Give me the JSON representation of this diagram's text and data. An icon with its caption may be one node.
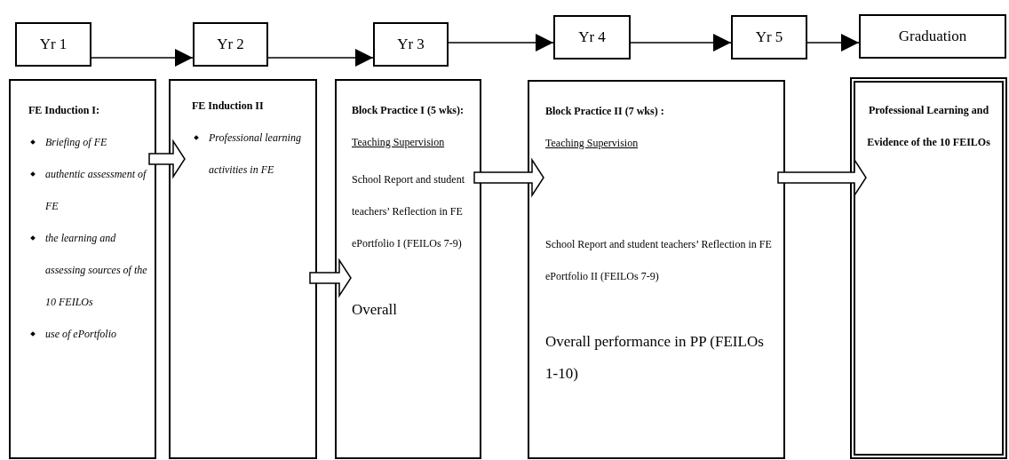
{
  "diagram": {
    "nodes": [
      {
        "text": [
          "Yr 1"
        ]
      },
      {
        "text": [
          "Yr 2"
        ]
      },
      {
        "text": [
          "Yr 3"
        ]
      },
      {
        "text": [
          "Yr 4"
        ]
      },
      {
        "text": [
          "Yr 5"
        ]
      },
      {
        "text": [
          "Graduation"
        ]
      },
      {
        "text": [
          "FE Induction I:",
          "Briefing of FE",
          "authentic assessment of FE",
          "the learning and assessing sources of the 10 FEILOs",
          "use of ePortfolio"
        ]
      },
      {
        "text": [
          "FE Induction II",
          "Professional learning activities in FE"
        ]
      },
      {
        "text": [
          "**Block Practice I (5 wks)**:",
          "Teaching Supervision",
          "School Report and student teachers’ Reflection in FE ePortfolio I (FEILOs 7-9)",
          "Overall"
        ]
      },
      {
        "text": [
          "**Block Practice II (7 wks)** :",
          "Teaching Supervision",
          "School Report and student teachers’ Reflection in FE ePortfolio II (FEILOs 7-9)",
          "Overall performance in PP (FEILOs 1-10)"
        ]
      },
      {
        "text": [
          "Professional Learning and Evidence of the 10 FEILOs"
        ]
      }
    ],
    "edges": [
      {
        "from": 0,
        "to": 1,
        "arrow": "to"
      },
      {
        "from": 1,
        "to": 2,
        "arrow": "to"
      },
      {
        "from": 2,
        "to": 3,
        "arrow": "to"
      },
      {
        "from": 3,
        "to": 4,
        "arrow": "to"
      },
      {
        "from": 4,
        "to": 5,
        "arrow": "to"
      },
      {
        "from": 6,
        "to": 7,
        "arrow": "to",
        "style": "thick"
      },
      {
        "from": 7,
        "to": 8,
        "arrow": "to",
        "style": "thick"
      },
      {
        "from": 8,
        "to": 9,
        "arrow": "to",
        "style": "thick"
      },
      {
        "from": 9,
        "to": 10,
        "arrow": "to",
        "style": "thick"
      }
    ]
  }
}
